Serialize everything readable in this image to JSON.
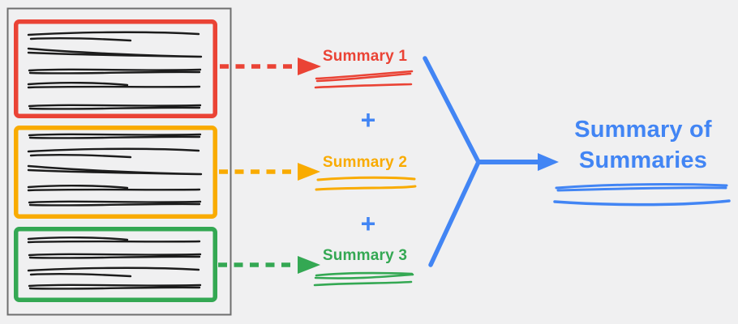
{
  "source_document": {
    "description": "document with three highlighted sections of handwritten text",
    "sections": [
      {
        "name": "section-1",
        "color": "#ea4335",
        "scribble_lines": 5
      },
      {
        "name": "section-2",
        "color": "#f9ab00",
        "scribble_lines": 5
      },
      {
        "name": "section-3",
        "color": "#34a853",
        "scribble_lines": 4
      }
    ]
  },
  "summaries": [
    {
      "label": "Summary 1",
      "color": "#ea4335"
    },
    {
      "label": "Summary 2",
      "color": "#f9ab00"
    },
    {
      "label": "Summary 3",
      "color": "#34a853"
    }
  ],
  "operators": {
    "plus_1": "+",
    "plus_2": "+"
  },
  "result": {
    "line1": "Summary of",
    "line2": "Summaries",
    "color": "#4285f4"
  },
  "colors": {
    "background": "#f0f0f1",
    "document_border": "#6e6e6e",
    "ink": "#1c1c1c",
    "red": "#ea4335",
    "orange": "#f9ab00",
    "green": "#34a853",
    "blue": "#4285f4"
  }
}
